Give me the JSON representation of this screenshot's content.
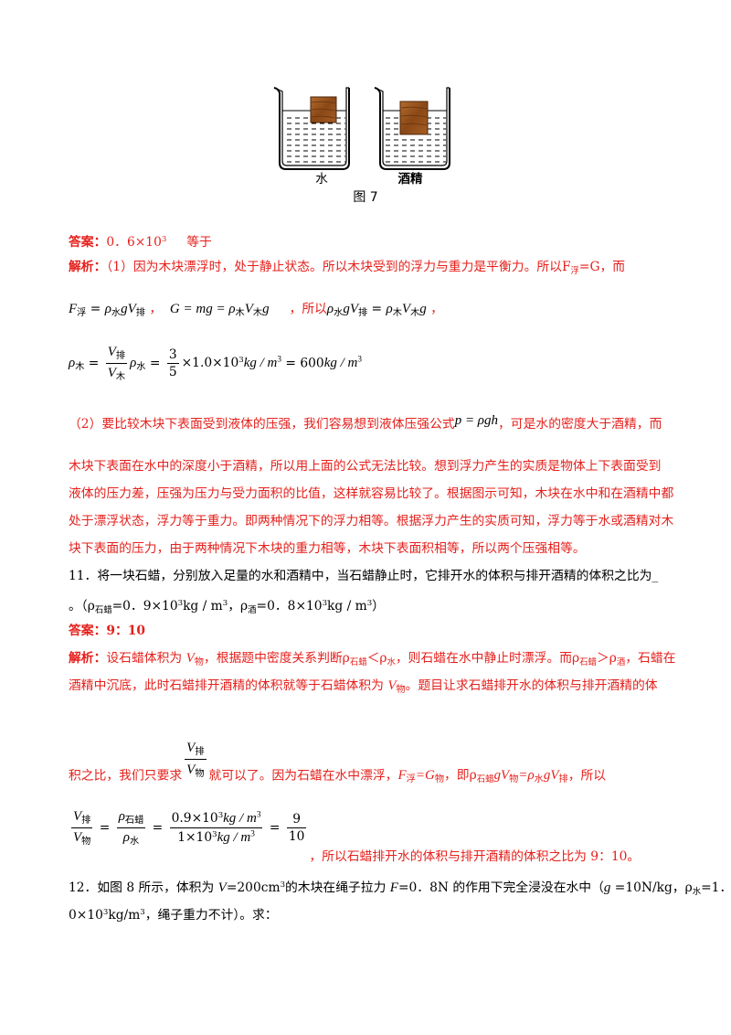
{
  "colors": {
    "answer_text": "#e5201c",
    "question_text": "#000000"
  },
  "figure": {
    "left_label": "水",
    "right_label": "酒精",
    "caption": "图 7"
  },
  "q10_solution": {
    "answer": [
      {
        "t": "答案：",
        "bold": true
      },
      {
        "t": "0．6×10",
        "sup": "3"
      },
      {
        "t": "     等于"
      }
    ],
    "analysis_1": [
      {
        "t": "解析：",
        "bold": true
      },
      {
        "t": "（1）因为木块漂浮时，处于静止状态。所以木块受到的浮力与重力是平衡力。所以F",
        "sub": "浮"
      },
      {
        "t": "=G，而"
      }
    ],
    "formula_1": [
      {
        "t": "F",
        "italic": true,
        "black": true,
        "sub": "浮"
      },
      {
        "t": " = ",
        "black": true
      },
      {
        "t": "ρ",
        "italic": true,
        "black": true,
        "sub": "水"
      },
      {
        "t": "gV",
        "italic": true,
        "black": true,
        "sub": "排"
      },
      {
        "t": " ，  "
      },
      {
        "t": "G = mg = ",
        "italic": true,
        "black": true
      },
      {
        "t": "ρ",
        "italic": true,
        "black": true,
        "sub": "木"
      },
      {
        "t": "V",
        "italic": true,
        "black": true,
        "sub": "木"
      },
      {
        "t": "g",
        "italic": true,
        "black": true
      },
      {
        "t": "     ，所以"
      },
      {
        "t": "ρ",
        "italic": true,
        "black": true,
        "sub": "水"
      },
      {
        "t": "gV",
        "italic": true,
        "black": true,
        "sub": "排"
      },
      {
        "t": " = ",
        "black": true
      },
      {
        "t": "ρ",
        "italic": true,
        "black": true,
        "sub": "木"
      },
      {
        "t": "V",
        "italic": true,
        "black": true,
        "sub": "木"
      },
      {
        "t": "g",
        "italic": true,
        "black": true
      },
      {
        "t": " ，"
      }
    ],
    "formula_2": [
      {
        "t": "ρ",
        "italic": true,
        "black": true,
        "sub": "木"
      },
      {
        "t": " = ",
        "black": true
      },
      {
        "frac": [
          [
            {
              "t": "V",
              "italic": true,
              "sub": "排"
            }
          ],
          [
            {
              "t": "V",
              "italic": true,
              "sub": "木"
            }
          ]
        ],
        "black": true
      },
      {
        "t": "ρ",
        "italic": true,
        "black": true,
        "sub": "水"
      },
      {
        "t": " = ",
        "black": true
      },
      {
        "frac": [
          [
            {
              "t": "3"
            }
          ],
          [
            {
              "t": "5"
            }
          ]
        ],
        "black": true
      },
      {
        "t": "×1.0×10",
        "black": true,
        "sup": "3"
      },
      {
        "t": "kg / m",
        "italic": true,
        "black": true,
        "sup": "3"
      },
      {
        "t": " = 600",
        "black": true
      },
      {
        "t": "kg / m",
        "italic": true,
        "black": true,
        "sup": "3"
      }
    ],
    "analysis_2": [
      [
        {
          "t": "（2）要比较木块下表面受到液体的压强，我们容易想到液体压强公式"
        },
        {
          "t": "p = ρgh",
          "italic": true,
          "black": true
        },
        {
          "t": "，可是水的密度大于酒精，而"
        }
      ],
      [
        {
          "t": "木块下表面在水中的深度小于酒精，所以用上面的公式无法比较。想到浮力产生的实质是物体上下表面受到"
        }
      ],
      [
        {
          "t": "液体的压力差，压强为压力与受力面积的比值，这样就容易比较了。根据图示可知，木块在水中和在酒精中都"
        }
      ],
      [
        {
          "t": "处于漂浮状态，浮力等于重力。即两种情况下的浮力相等。根据浮力产生的实质可知，浮力等于水或酒精对木"
        }
      ],
      [
        {
          "t": "块下表面的压力，由于两种情况下木块的重力相等，木块下表面积相等，所以两个压强相等。"
        }
      ]
    ]
  },
  "q11": {
    "question": [
      [
        {
          "t": "11．将一块石蜡，分别放入足量的水和酒精中，当石蜡静止时，它排开水的体积与排开酒精的体积之比为_"
        }
      ],
      [
        {
          "t": "。（ρ",
          "sub": "石蜡"
        },
        {
          "t": "=0．9×10",
          "sup": "3"
        },
        {
          "t": "kg / m",
          "sup": "3"
        },
        {
          "t": "，ρ",
          "sub": "酒"
        },
        {
          "t": "=0．8×10",
          "sup": "3"
        },
        {
          "t": "kg / m",
          "sup": "3"
        },
        {
          "t": "）"
        }
      ]
    ],
    "answer": [
      {
        "t": "答案：",
        "bold": true
      },
      {
        "t": "9：10",
        "bold": true
      }
    ],
    "analysis": [
      [
        {
          "t": "解析：",
          "bold": true
        },
        {
          "t": "设石蜡体积为 "
        },
        {
          "t": "V",
          "italic": true,
          "sub": "物"
        },
        {
          "t": "，根据题中密度关系判断ρ",
          "sub": "石蜡"
        },
        {
          "t": "＜ρ",
          "sub": "水"
        },
        {
          "t": "，则石蜡在水中静止时漂浮。而ρ",
          "sub": "石蜡"
        },
        {
          "t": "＞ρ",
          "sub": "酒"
        },
        {
          "t": "，石蜡在"
        }
      ],
      [
        {
          "t": "酒精中沉底，此时石蜡排开酒精的体积就等于石蜡体积为 "
        },
        {
          "t": "V",
          "italic": true,
          "sub": "物"
        },
        {
          "t": "。题目让求石蜡排开水的体积与排开酒精的体"
        }
      ],
      [
        {
          "t": "积之比，我们只要求"
        },
        {
          "frac": [
            [
              {
                "t": "V",
                "italic": true,
                "sub": "排"
              }
            ],
            [
              {
                "t": "V",
                "italic": true,
                "sub": "物"
              }
            ]
          ],
          "black": true
        },
        {
          "t": "就可以了。因为石蜡在水中漂浮，"
        },
        {
          "t": "F",
          "italic": true,
          "sub": "浮"
        },
        {
          "t": "=",
          "italic": true
        },
        {
          "t": "G",
          "italic": true,
          "sub": "物"
        },
        {
          "t": "，即ρ",
          "sub": "石蜡"
        },
        {
          "t": "gV",
          "italic": true,
          "sub": "物"
        },
        {
          "t": "=ρ",
          "italic": true,
          "sub": "水"
        },
        {
          "t": "gV",
          "italic": true,
          "sub": "排"
        },
        {
          "t": "，所以"
        }
      ],
      [
        {
          "frac": [
            [
              {
                "t": "V",
                "italic": true,
                "sub": "排"
              }
            ],
            [
              {
                "t": "V",
                "italic": true,
                "sub": "物"
              }
            ]
          ],
          "black": true
        },
        {
          "t": " = ",
          "black": true
        },
        {
          "frac": [
            [
              {
                "t": "ρ",
                "italic": true,
                "sub": "石蜡"
              }
            ],
            [
              {
                "t": "ρ",
                "italic": true,
                "sub": "水"
              }
            ]
          ],
          "black": true
        },
        {
          "t": " = ",
          "black": true
        },
        {
          "frac": [
            [
              {
                "t": "0.9×10",
                "sup": "3"
              },
              {
                "t": "kg / m",
                "italic": true,
                "sup": "3"
              }
            ],
            [
              {
                "t": "1×10",
                "sup": "3"
              },
              {
                "t": "kg / m",
                "italic": true,
                "sup": "3"
              }
            ]
          ],
          "black": true
        },
        {
          "t": " = ",
          "black": true
        },
        {
          "frac": [
            [
              {
                "t": "9"
              }
            ],
            [
              {
                "t": "10"
              }
            ]
          ],
          "black": true
        },
        {
          "t": "，所以石蜡排开水的体积与排开酒精的体积之比为 9：10。"
        }
      ]
    ]
  },
  "q12": {
    "question": [
      [
        {
          "t": "12．如图 8 所示，体积为 "
        },
        {
          "t": "V",
          "italic": true
        },
        {
          "t": "=200cm",
          "sup": "3"
        },
        {
          "t": "的木块在绳子拉力 "
        },
        {
          "t": "F",
          "italic": true
        },
        {
          "t": "=0．8N 的作用下完全浸没在水中（"
        },
        {
          "t": "g",
          "italic": true
        },
        {
          "t": " =10N/kg，ρ",
          "sub": "水"
        },
        {
          "t": "=1．"
        }
      ],
      [
        {
          "t": "0×10",
          "sup": "3"
        },
        {
          "t": "kg/m",
          "sup": "3"
        },
        {
          "t": "，绳子重力不计）。求："
        }
      ]
    ]
  }
}
